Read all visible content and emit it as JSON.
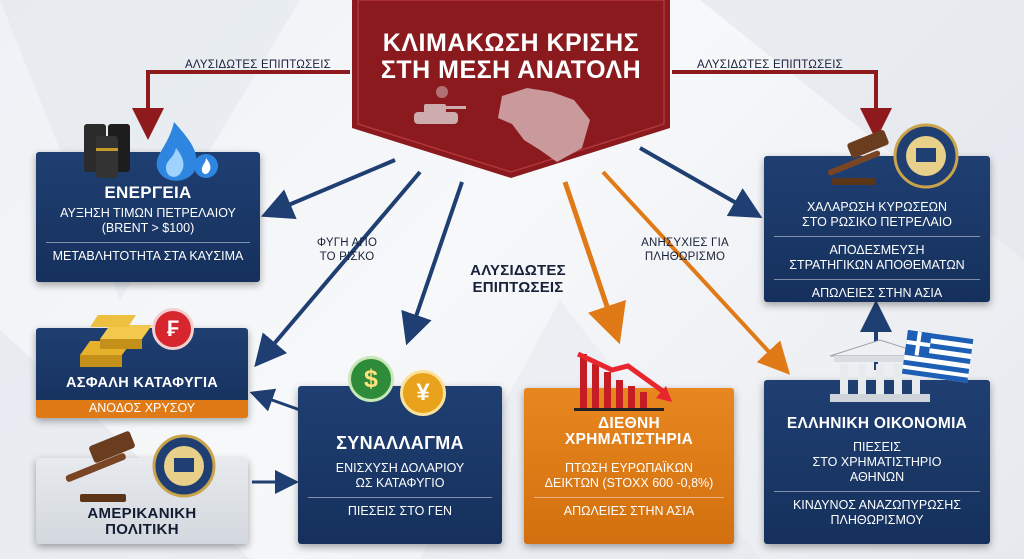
{
  "header": {
    "title_line1": "ΚΛΙΜΑΚΩΣΗ ΚΡΙΣΗΣ",
    "title_line2": "ΣΤΗ ΜΕΣΗ ΑΝΑΤΟΛΗ"
  },
  "labels": {
    "spillover_left": "ΑΛΥΣΙΔΩΤΕΣ ΕΠΙΠΤΩΣΕΙΣ",
    "spillover_right": "ΑΛΥΣΙΔΩΤΕΣ ΕΠΙΠΤΩΣΕΙΣ",
    "risk_flight_1": "ΦΥΓΗ ΑΠΟ",
    "risk_flight_2": "ΤΟ ΡΙΣΚΟ",
    "center_spill_1": "ΑΛΥΣΙΔΩΤΕΣ",
    "center_spill_2": "ΕΠΙΠΤΩΣΕΙΣ",
    "inflation_1": "ΑΝΗΣΥΧΙΕΣ ΓΙΑ",
    "inflation_2": "ΠΛΗΘΩΡΙΣΜΟ"
  },
  "energy": {
    "title": "ΕΝΕΡΓΕΙΑ",
    "line1": "ΑΥΞΗΣΗ ΤΙΜΩΝ ΠΕΤΡΕΛΑΙΟΥ",
    "line2": "(BRENT > $100)",
    "line3": "ΜΕΤΑΒΛΗΤΟΤΗΤΑ ΣΤΑ ΚΑΥΣΙΜΑ"
  },
  "safe_haven": {
    "title": "ΑΣΦΑΛΗ ΚΑΤΑΦΥΓΙΑ",
    "line1": "ΑΝΟΔΟΣ ΧΡΥΣΟΥ",
    "coin_symbol": "₣"
  },
  "us_policy": {
    "title_1": "ΑΜΕΡΙΚΑΝΙΚΗ",
    "title_2": "ΠΟΛΙΤΙΚΗ"
  },
  "fx": {
    "title": "ΣΥΝΑΛΛΑΓΜΑ",
    "line1": "ΕΝΙΣΧΥΣΗ ΔΟΛΑΡΙΟΥ",
    "line2": "ΩΣ ΚΑΤΑΦΥΓΙΟ",
    "line3": "ΠΙΕΣΕΙΣ ΣΤΟ ΓΕΝ",
    "dollar": "$",
    "yen": "¥"
  },
  "markets": {
    "title_1": "ΔΙΕΘΝΗ",
    "title_2": "ΧΡΗΜΑΤΙΣΤΗΡΙΑ",
    "line1": "ΠΤΩΣΗ ΕΥΡΩΠΑΪΚΩΝ",
    "line2": "ΔΕΙΚΤΩΝ (STOXX 600 -0,8%)",
    "line3": "ΑΠΩΛΕΙΕΣ ΣΤΗΝ ΑΣΙΑ"
  },
  "sanctions": {
    "line1": "ΧΑΛΑΡΩΣΗ ΚΥΡΩΣΕΩΝ",
    "line2": "ΣΤΟ ΡΩΣΙΚΟ ΠΕΤΡΕΛΑΙΟ",
    "line3": "ΑΠΟΔΕΣΜΕΥΣΗ",
    "line4": "ΣΤΡΑΤΗΓΙΚΩΝ ΑΠΟΘΕΜΑΤΩΝ",
    "line5": "ΑΠΩΛΕΙΕΣ ΣΤΗΝ ΑΣΙΑ"
  },
  "greece": {
    "title": "ΕΛΛΗΝΙΚΗ ΟΙΚΟΝΟΜΙΑ",
    "line1": "ΠΙΕΣΕΙΣ",
    "line2": "ΣΤΟ ΧΡΗΜΑΤΙΣΤΗΡΙΟ",
    "line3": "ΑΘΗΝΩΝ",
    "line4": "ΚΙΝΔΥΝΟΣ ΑΝΑΖΩΠΥΡΩΣΗΣ",
    "line5": "ΠΛΗΘΩΡΙΣΜΟΥ"
  },
  "colors": {
    "navy": "#1f3f72",
    "orange": "#e07a17",
    "red": "#8e1a1e",
    "gold": "#d9a521"
  }
}
